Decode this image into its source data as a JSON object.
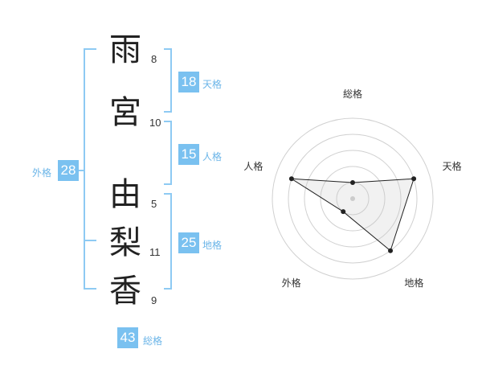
{
  "name_chars": [
    {
      "char": "雨",
      "strokes": "8"
    },
    {
      "char": "宮",
      "strokes": "10"
    },
    {
      "char": "由",
      "strokes": "5"
    },
    {
      "char": "梨",
      "strokes": "11"
    },
    {
      "char": "香",
      "strokes": "9"
    }
  ],
  "scores": {
    "tenkaku": {
      "value": "18",
      "label": "天格"
    },
    "jinkaku": {
      "value": "15",
      "label": "人格"
    },
    "chikaku": {
      "value": "25",
      "label": "地格"
    },
    "gaikaku": {
      "value": "28",
      "label": "外格"
    },
    "soukaku": {
      "value": "43",
      "label": "総格"
    }
  },
  "colors": {
    "accent": "#7ac1f0",
    "line": "#8ecaf3"
  },
  "chart_data": {
    "type": "radar",
    "axes": [
      "総格",
      "天格",
      "地格",
      "外格",
      "人格"
    ],
    "values": [
      1,
      4,
      4,
      1,
      4
    ],
    "max": 5,
    "rings": 5,
    "grid": true
  }
}
